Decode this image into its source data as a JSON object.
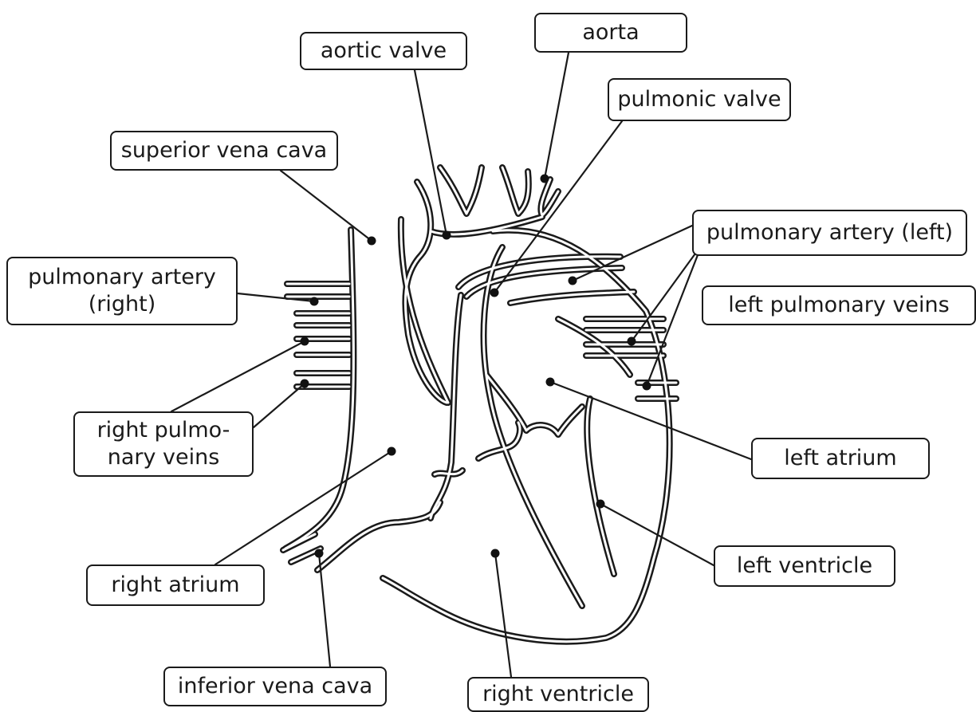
{
  "diagram": {
    "labels": {
      "aorta": "aorta",
      "aortic_valve": "aortic valve",
      "pulmonic_valve": "pulmonic valve",
      "superior_vena_cava": "superior vena cava",
      "pulmonary_artery_left": "pulmonary artery (left)",
      "pulmonary_artery_right_line1": "pulmonary artery",
      "pulmonary_artery_right_line2": "(right)",
      "left_pulmonary_veins": "left pulmonary veins",
      "right_pulmonary_veins_line1": "right pulmo-",
      "right_pulmonary_veins_line2": "nary veins",
      "left_atrium": "left atrium",
      "right_atrium": "right atrium",
      "left_ventricle": "left ventricle",
      "inferior_vena_cava": "inferior vena cava",
      "right_ventricle": "right ventricle"
    },
    "colors": {
      "ink": "#1a1a1a",
      "background": "#ffffff"
    }
  }
}
